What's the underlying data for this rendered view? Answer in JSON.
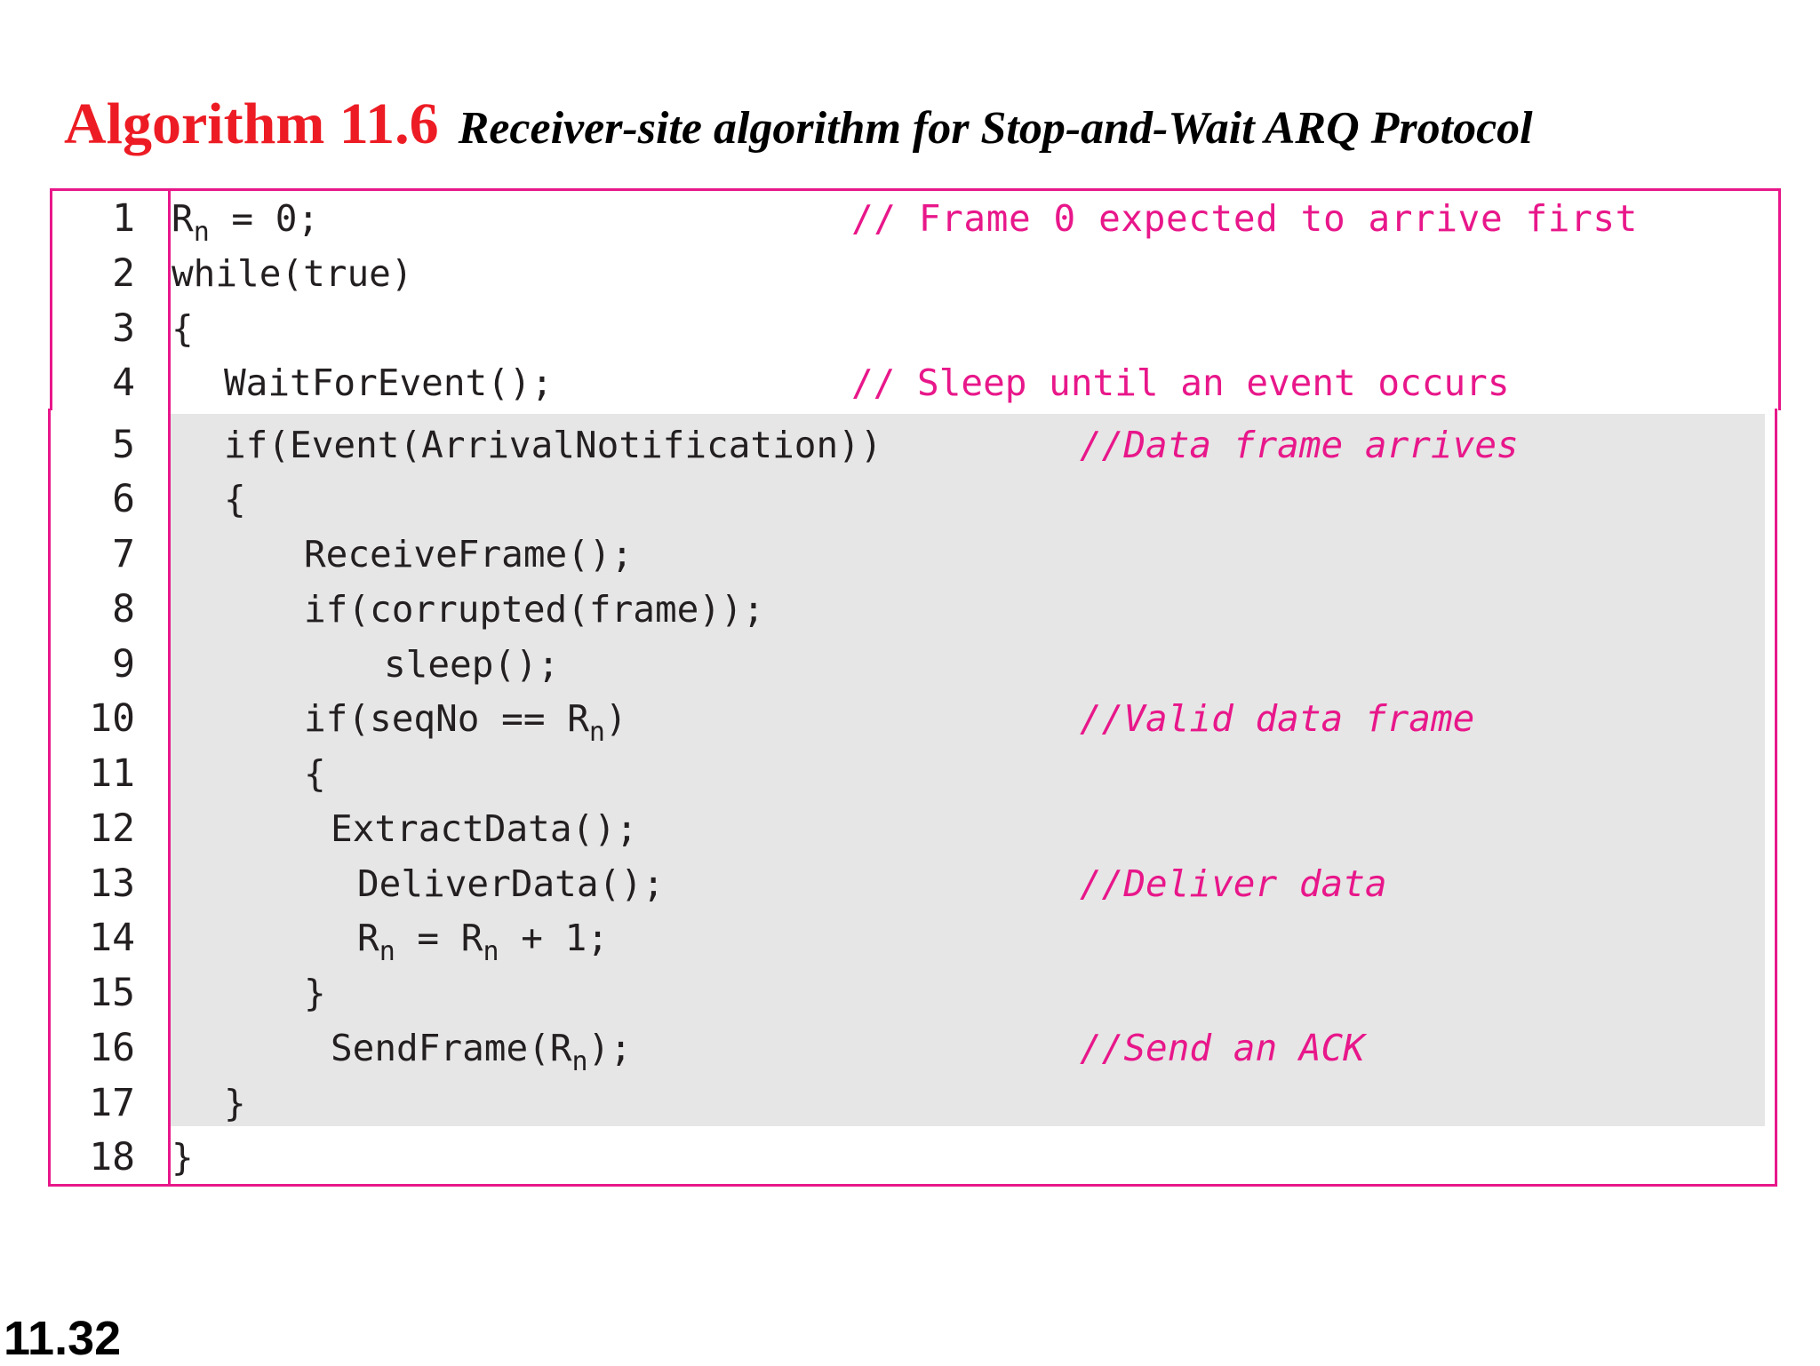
{
  "title": {
    "label": "Algorithm 11.6",
    "caption": "Receiver-site algorithm for Stop-and-Wait ARQ Protocol"
  },
  "listing": {
    "line_numbers": [
      "1",
      "2",
      "3",
      "4",
      "5",
      "6",
      "7",
      "8",
      "9",
      "10",
      "11",
      "12",
      "13",
      "14",
      "15",
      "16",
      "17",
      "18"
    ],
    "lines": {
      "l1_pre": "R",
      "l1_sub": "n",
      "l1_post": " = 0;",
      "l2": "while(true)",
      "l3": "{",
      "l4": "WaitForEvent();",
      "l5": "if(Event(ArrivalNotification))",
      "l6": "{",
      "l7": "ReceiveFrame();",
      "l8": "if(corrupted(frame));",
      "l9": "sleep();",
      "l10_pre": "if(seqNo == R",
      "l10_sub": "n",
      "l10_post": ")",
      "l11": "{",
      "l12": "ExtractData();",
      "l13": "DeliverData();",
      "l14_a": "R",
      "l14_sub1": "n",
      "l14_b": " = R",
      "l14_sub2": "n",
      "l14_c": " + 1;",
      "l15": "}",
      "l16_pre": "SendFrame(R",
      "l16_sub": "n",
      "l16_post": ");",
      "l17": "}",
      "l18": "}"
    },
    "comments": {
      "c1": "// Frame 0 expected to arrive first",
      "c4": "// Sleep until an event occurs",
      "c5": "//Data frame arrives",
      "c10": "//Valid data frame",
      "c13": "//Deliver data",
      "c16": "//Send an ACK"
    }
  },
  "page_number": "11.32",
  "colors": {
    "title_label": "#ed1c24",
    "comment": "#e8178a",
    "border": "#e8178a",
    "shade": "#e6e6e6"
  }
}
